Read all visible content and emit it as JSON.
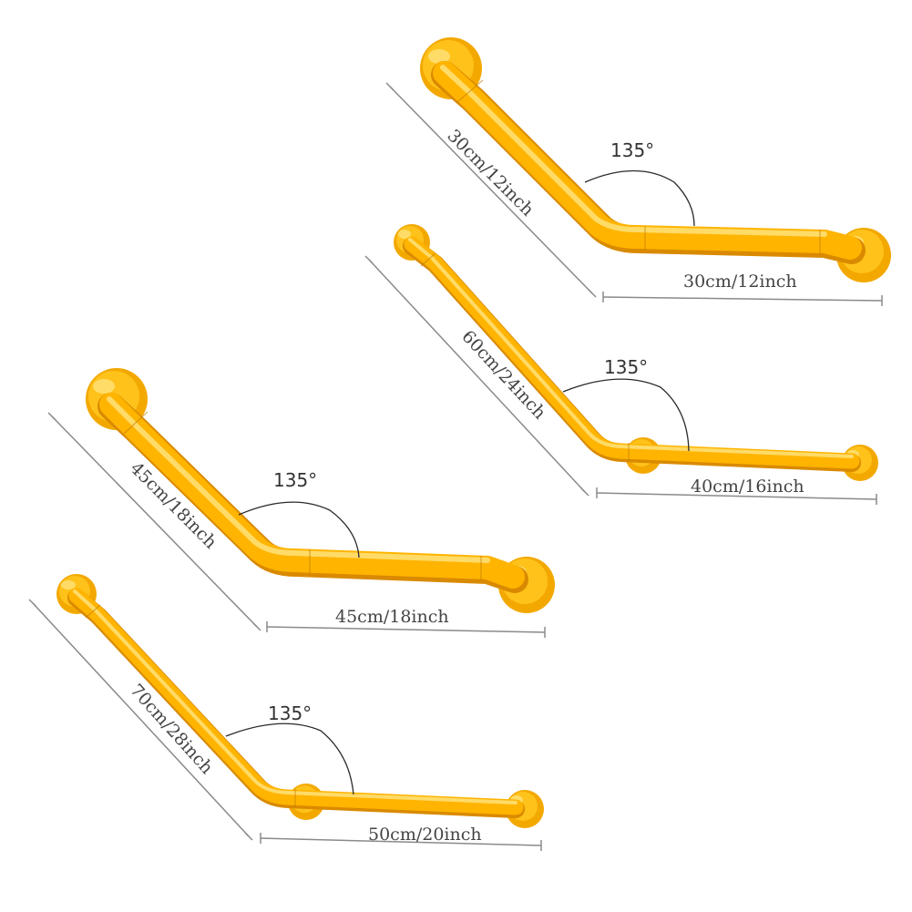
{
  "colors": {
    "bar_main": "#ffb400",
    "bar_shadow": "#d98a00",
    "bar_highlight": "#ffe27a",
    "dimension_line": "#8a8a8a",
    "text": "#444444",
    "background": "#ffffff"
  },
  "products": [
    {
      "angle_label": "135°",
      "long_label": "30cm/12inch",
      "short_label": "30cm/12inch"
    },
    {
      "angle_label": "135°",
      "long_label": "60cm/24inch",
      "short_label": "40cm/16inch"
    },
    {
      "angle_label": "135°",
      "long_label": "45cm/18inch",
      "short_label": "45cm/18inch"
    },
    {
      "angle_label": "135°",
      "long_label": "70cm/28inch",
      "short_label": "50cm/20inch"
    }
  ]
}
